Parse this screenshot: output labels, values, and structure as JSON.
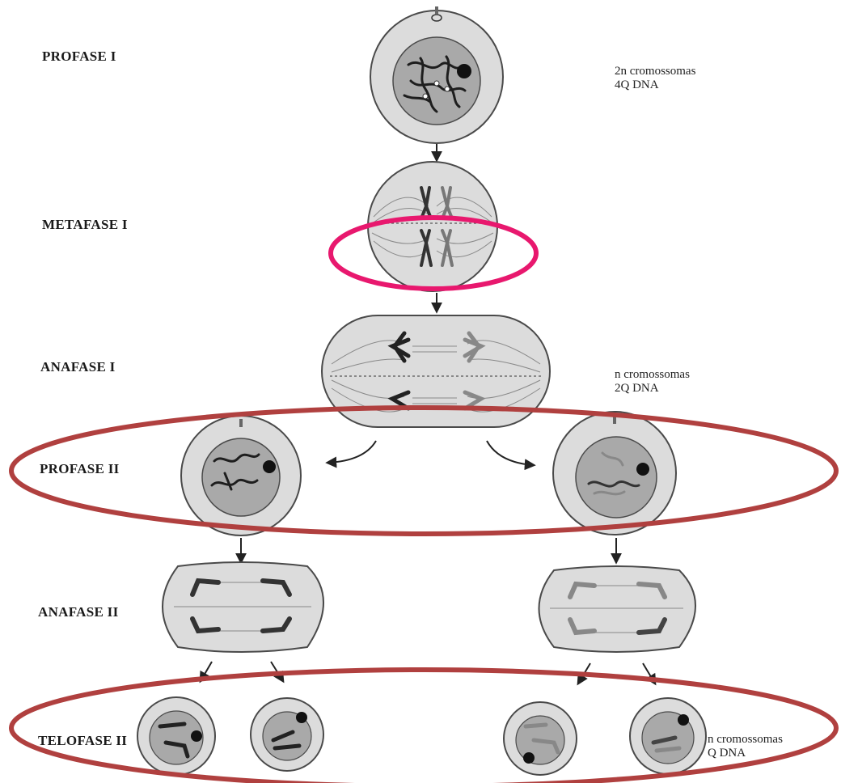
{
  "stages": {
    "profase_1": "PROFASE I",
    "metafase_1": "METAFASE I",
    "anafase_1": "ANAFASE I",
    "profase_2": "PROFASE II",
    "anafase_2": "ANAFASE II",
    "telofase_2": "TELOFASE II"
  },
  "annotations": {
    "diploid": {
      "line1": "2n cromossomas",
      "line2": "4Q DNA"
    },
    "haploid_2q": {
      "line1": "n cromossomas",
      "line2": "2Q DNA"
    },
    "haploid_q": {
      "line1": "n cromossomas",
      "line2": "Q DNA"
    }
  },
  "colors": {
    "cell_fill": "#dcdcdc",
    "nucleus_fill": "#a9a9a9",
    "outline": "#4a4a4a",
    "highlight_pink": "#e8186e",
    "highlight_red": "#b0403f"
  }
}
